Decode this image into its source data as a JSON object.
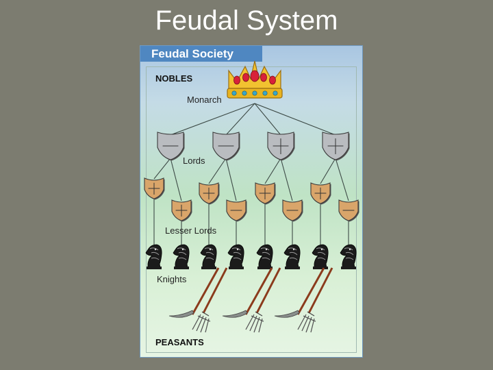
{
  "slide": {
    "title": "Feudal System"
  },
  "panel": {
    "header": "Feudal Society"
  },
  "labels": {
    "nobles": "NOBLES",
    "monarch": "Monarch",
    "lords": "Lords",
    "lesser_lords": "Lesser Lords",
    "knights": "Knights",
    "peasants": "PEASANTS"
  },
  "counts": {
    "lords": 4,
    "lesser_lords": 8,
    "knights": 8,
    "peasants": 3
  },
  "colors": {
    "background": "#7c7c70",
    "header": "#4f87c1",
    "crown_gold": "#f2c230",
    "crown_jewel": "#d8213a",
    "lord_shield": "#b9bcc0",
    "lesser_shield": "#d9a56a"
  },
  "icons": [
    "crown-icon",
    "silver-shield-icon",
    "bronze-shield-icon",
    "knight-chess-icon",
    "pitchfork-scythe-icon"
  ]
}
